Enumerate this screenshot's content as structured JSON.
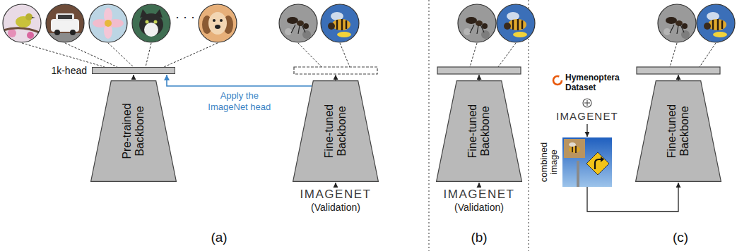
{
  "diagram": {
    "nodes": [
      {
        "text": [
          "1k-head"
        ]
      },
      {
        "text": [
          "Pre-trained Backbone"
        ]
      },
      {
        "text": [
          "Fine-tuned Backbone"
        ]
      },
      {
        "text": [
          "IMAGENET",
          "(Validation)"
        ]
      },
      {
        "text": [
          "Fine-tuned Backbone"
        ]
      },
      {
        "text": [
          "IMAGENET",
          "(Validation)"
        ]
      },
      {
        "text": [
          "Hymenoptera Dataset"
        ]
      },
      {
        "text": [
          "IMAGENET"
        ]
      },
      {
        "text": [
          "combined image"
        ]
      },
      {
        "text": [
          "Fine-tuned Backbone"
        ]
      }
    ],
    "edges": [
      {
        "from": 1,
        "to": 0,
        "arrow": "to"
      },
      {
        "from": 2,
        "to": 0,
        "label": "Apply the ImageNet head",
        "arrow": "to"
      },
      {
        "from": 3,
        "to": 2,
        "arrow": "to"
      },
      {
        "from": 5,
        "to": 4,
        "arrow": "to"
      },
      {
        "from": 7,
        "to": 8,
        "arrow": "to"
      },
      {
        "from": 8,
        "to": 9,
        "arrow": "to"
      }
    ],
    "labels": [
      "· · ·",
      "(a)",
      "(b)",
      "(c)"
    ]
  }
}
